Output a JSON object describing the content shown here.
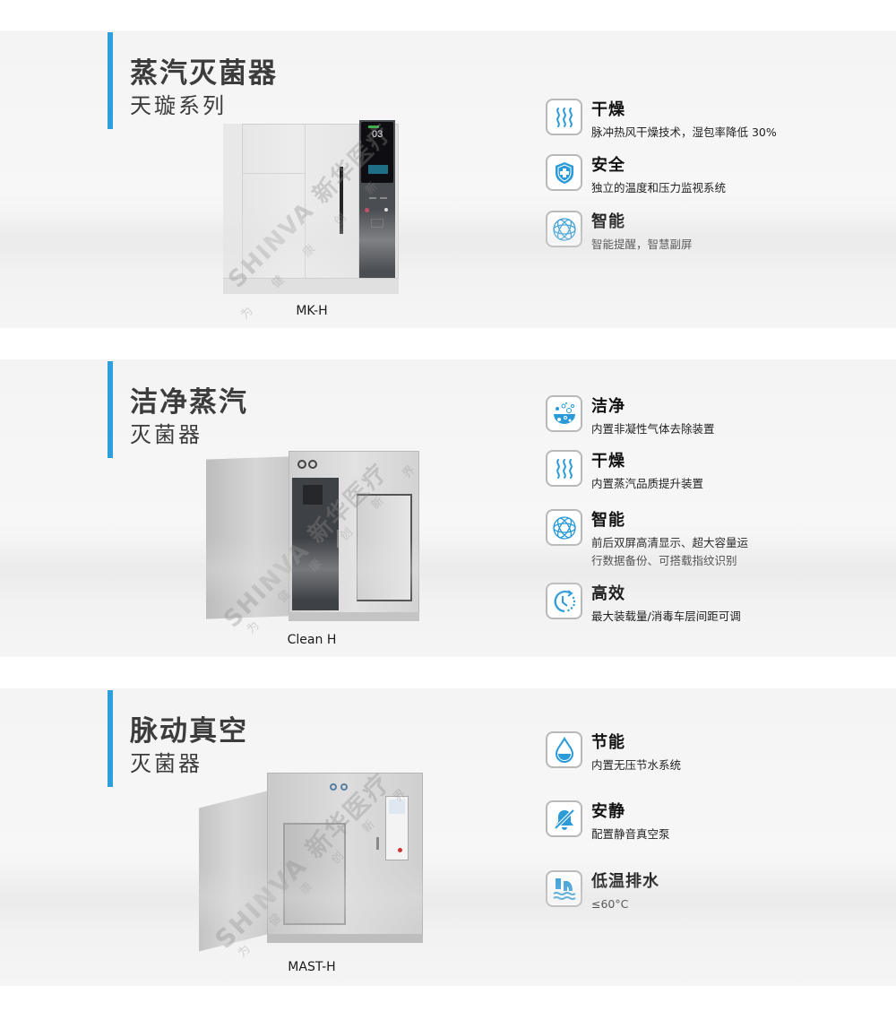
{
  "sections": [
    {
      "title": "蒸汽灭菌器",
      "subtitle": "天璇系列",
      "model": "MK-H",
      "screen_number": "03",
      "watermark": "SHINVA 新华医疗",
      "watermark_slogan": "为 健 康 创 新",
      "features": [
        {
          "icon": "steam-wave-icon",
          "title": "干燥",
          "desc": "脉冲热风干燥技术，湿包率降低 30%"
        },
        {
          "icon": "shield-cross-icon",
          "title": "安全",
          "desc": "独立的温度和压力监视系统"
        },
        {
          "icon": "atom-orbit-icon",
          "title": "智能",
          "desc": "智能提醒，智慧副屏"
        }
      ]
    },
    {
      "title": "洁净蒸汽",
      "subtitle": "灭菌器",
      "model": "Clean H",
      "watermark": "SHINVA 新华医疗",
      "watermark_slogan": "为 健 康 创 新 界",
      "features": [
        {
          "icon": "bubbles-bowl-icon",
          "title": "洁净",
          "desc": "内置非凝性气体去除装置"
        },
        {
          "icon": "steam-wave-icon",
          "title": "干燥",
          "desc": "内置蒸汽品质提升装置"
        },
        {
          "icon": "atom-orbit-icon",
          "title": "智能",
          "desc_lines": [
            "前后双屏高清显示、超大容量运",
            "行数据备份、可搭载指纹识别"
          ]
        },
        {
          "icon": "clock-refresh-icon",
          "title": "高效",
          "desc": "最大装载量/消毒车层间距可调"
        }
      ]
    },
    {
      "title": "脉动真空",
      "subtitle": "灭菌器",
      "model": "MAST-H",
      "watermark": "SHINVA 新华医疗",
      "watermark_slogan": "为 健 康 创 新 界",
      "features": [
        {
          "icon": "water-drop-icon",
          "title": "节能",
          "desc": "内置无压节水系统"
        },
        {
          "icon": "bell-mute-icon",
          "title": "安静",
          "desc": "配置静音真空泵"
        },
        {
          "icon": "water-discharge-icon",
          "title": "低温排水",
          "desc": "≤60°C"
        }
      ]
    }
  ],
  "colors": {
    "accent": "#2e9fdb",
    "icon_blue": "#2a9ad8",
    "title_gray": "#3c3c3c",
    "section_bg": "#f4f4f4"
  }
}
